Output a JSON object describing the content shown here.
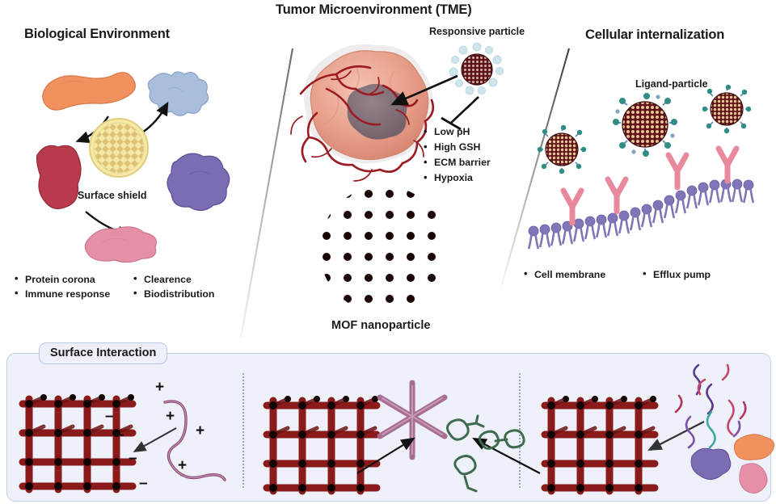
{
  "figure": {
    "background": "#ffffff",
    "panel_background": "#eef1f9",
    "panel_border": "#c3cfe6"
  },
  "sections": {
    "left": {
      "title": "Biological Environment",
      "shield_label": "Surface shield",
      "bullets_col1": [
        "Protein corona",
        "Immune response"
      ],
      "bullets_col2": [
        "Clearence",
        "Biodistribution"
      ],
      "proteins": [
        {
          "name": "protein-orange",
          "color": "#F0915E"
        },
        {
          "name": "protein-blue",
          "color": "#A8BEDC"
        },
        {
          "name": "protein-crimson",
          "color": "#B83A4B"
        },
        {
          "name": "protein-purple",
          "color": "#7B6CB4"
        },
        {
          "name": "protein-pink",
          "color": "#E690A8"
        }
      ],
      "shield_color": "#F6E9A8"
    },
    "center": {
      "title": "Tumor Microenvironment (TME)",
      "particle_label": "Responsive particle",
      "mof_label": "MOF nanoparticle",
      "tme_bullets": [
        "Low pH",
        "High GSH",
        "ECM barrier",
        "Hypoxia"
      ],
      "tumor_color": "#E8A08C",
      "vessel_color": "#9B1B23",
      "necrotic_color": "#7A6A74",
      "mof_color": "#8B1A1A"
    },
    "right": {
      "title": "Cellular internalization",
      "ligand_label": "Ligand-particle",
      "bullets": [
        "Cell membrane",
        "Efflux pump"
      ],
      "membrane_color": "#8175B8",
      "receptor_color": "#E88A9C"
    },
    "bottom": {
      "tab_label": "Surface Interaction",
      "mof_negative_charges": [
        "–",
        "–",
        "–",
        "–",
        "–"
      ],
      "polymer_positive_charges": [
        "+",
        "+",
        "+",
        "+"
      ],
      "polymer_color": "#8E4470",
      "linker_color": "#A96C92",
      "ligand_molecule_color": "#3E6B4F",
      "chain_colors": [
        "#C4486B",
        "#5B3A8E",
        "#3FA8A0",
        "#B0365E",
        "#7E4FA8"
      ]
    }
  }
}
